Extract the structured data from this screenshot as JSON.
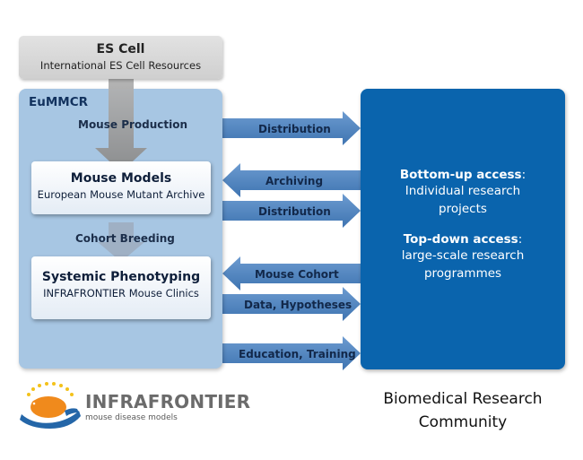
{
  "es_cell": {
    "title": "ES Cell",
    "subtitle": "International ES Cell Resources"
  },
  "eummcr": {
    "title": "EuMMCR",
    "mouse_production": "Mouse Production",
    "cohort_breeding": "Cohort Breeding"
  },
  "mouse_models": {
    "title": "Mouse Models",
    "subtitle": "European Mouse Mutant Archive"
  },
  "phenotyping": {
    "title": "Systemic Phenotyping",
    "subtitle": "INFRAFRONTIER Mouse Clinics"
  },
  "arrows": {
    "distribution_1": "Distribution",
    "archiving": "Archiving",
    "distribution_2": "Distribution",
    "mouse_cohort": "Mouse Cohort",
    "data_hypotheses": "Data, Hypotheses",
    "education_training": "Education, Training"
  },
  "community": {
    "bottom_up_heading": "Bottom-up access",
    "bottom_up_text_1": "Individual research",
    "bottom_up_text_2": "projects",
    "top_down_heading": "Top-down access",
    "top_down_text_1": "large-scale research",
    "top_down_text_2": "programmes",
    "caption_line_1": "Biomedical Research",
    "caption_line_2": "Community"
  },
  "logo": {
    "name": "INFRAFRONTIER",
    "tagline": "mouse disease models"
  },
  "colors": {
    "eummcr_bg": "#a7c6e3",
    "community_bg": "#0a64ad",
    "arrow": "#4f85bf",
    "logo_orange": "#f08a1c",
    "logo_blue": "#2466a8",
    "logo_yellow": "#f4c21a"
  }
}
